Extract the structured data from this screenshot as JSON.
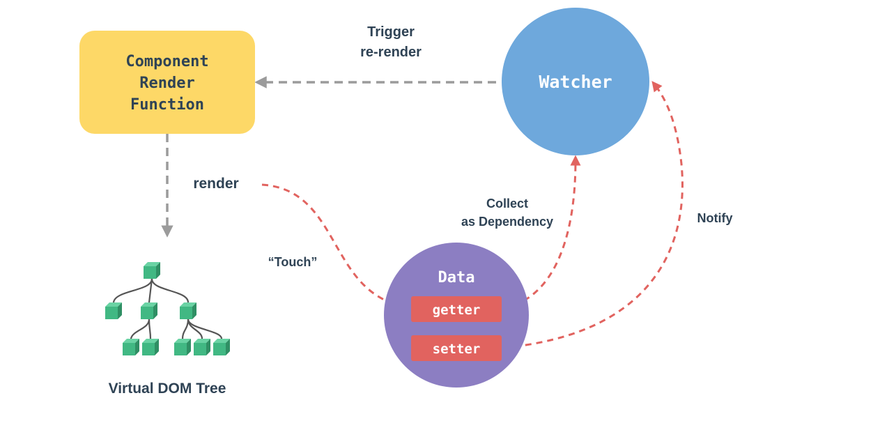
{
  "nodes": {
    "component": {
      "lines": [
        "Component",
        "Render",
        "Function"
      ],
      "fill": "#fdd867",
      "text_color": "#2f4355"
    },
    "watcher": {
      "label": "Watcher",
      "fill": "#6ea8dc",
      "text_color": "#ffffff"
    },
    "data": {
      "label": "Data",
      "fill": "#8c7ec2",
      "text_color": "#ffffff",
      "getter": "getter",
      "setter": "setter",
      "pill_fill": "#e1635f"
    },
    "vdom": {
      "label": "Virtual DOM Tree",
      "cube_color": "#41b883"
    }
  },
  "edges": {
    "trigger": [
      "Trigger",
      "re-render"
    ],
    "render": "render",
    "touch": "“Touch”",
    "collect": [
      "Collect",
      "as Dependency"
    ],
    "notify": "Notify"
  },
  "colors": {
    "label_text": "#2f4355",
    "gray_arrow": "#9b9b9b",
    "red_arrow": "#e1635f"
  }
}
